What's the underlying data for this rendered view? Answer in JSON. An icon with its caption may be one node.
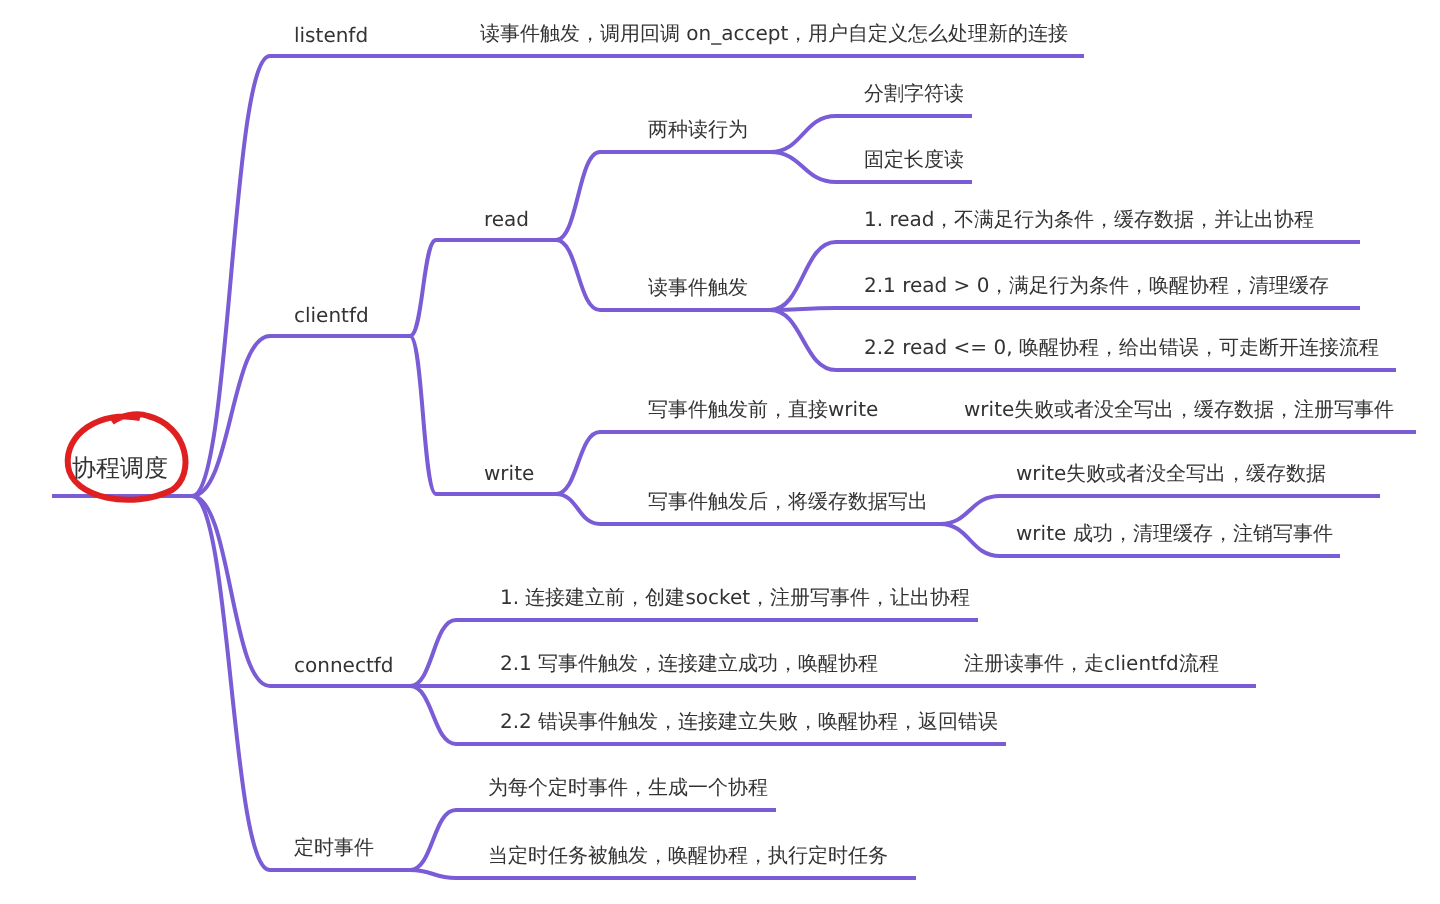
{
  "diagram": {
    "nodes": [
      {
        "text": [
          "协程调度"
        ]
      },
      {
        "text": [
          "listenfd"
        ]
      },
      {
        "text": [
          "读事件触发，调用回调 on_accept，用户自定义怎么处理新的连接"
        ]
      },
      {
        "text": [
          "clientfd"
        ]
      },
      {
        "text": [
          "read"
        ]
      },
      {
        "text": [
          "两种读行为"
        ]
      },
      {
        "text": [
          "分割字符读"
        ]
      },
      {
        "text": [
          "固定长度读"
        ]
      },
      {
        "text": [
          "读事件触发"
        ]
      },
      {
        "text": [
          "1. read，不满足行为条件，缓存数据，并让出协程"
        ]
      },
      {
        "text": [
          "2.1 read > 0，满足行为条件，唤醒协程，清理缓存"
        ]
      },
      {
        "text": [
          "2.2 read <= 0, 唤醒协程，给出错误，可走断开连接流程"
        ]
      },
      {
        "text": [
          "write"
        ]
      },
      {
        "text": [
          "写事件触发前，直接write"
        ]
      },
      {
        "text": [
          "write失败或者没全写出，缓存数据，注册写事件"
        ]
      },
      {
        "text": [
          "写事件触发后，将缓存数据写出"
        ]
      },
      {
        "text": [
          "write失败或者没全写出，缓存数据"
        ]
      },
      {
        "text": [
          "write 成功，清理缓存，注销写事件"
        ]
      },
      {
        "text": [
          "connectfd"
        ]
      },
      {
        "text": [
          "1. 连接建立前，创建socket，注册写事件，让出协程"
        ]
      },
      {
        "text": [
          "2.1 写事件触发，连接建立成功，唤醒协程"
        ]
      },
      {
        "text": [
          "注册读事件，走clientfd流程"
        ]
      },
      {
        "text": [
          "2.2 错误事件触发，连接建立失败，唤醒协程，返回错误"
        ]
      },
      {
        "text": [
          "定时事件"
        ]
      },
      {
        "text": [
          "为每个定时事件，生成一个协程"
        ]
      },
      {
        "text": [
          "当定时任务被触发，唤醒协程，执行定时任务"
        ]
      }
    ],
    "edges": [
      {
        "from": 0,
        "to": 1,
        "arrow": "none"
      },
      {
        "from": 0,
        "to": 3,
        "arrow": "none"
      },
      {
        "from": 0,
        "to": 18,
        "arrow": "none"
      },
      {
        "from": 0,
        "to": 23,
        "arrow": "none"
      },
      {
        "from": 1,
        "to": 2,
        "arrow": "none"
      },
      {
        "from": 3,
        "to": 4,
        "arrow": "none"
      },
      {
        "from": 3,
        "to": 12,
        "arrow": "none"
      },
      {
        "from": 4,
        "to": 5,
        "arrow": "none"
      },
      {
        "from": 4,
        "to": 8,
        "arrow": "none"
      },
      {
        "from": 5,
        "to": 6,
        "arrow": "none"
      },
      {
        "from": 5,
        "to": 7,
        "arrow": "none"
      },
      {
        "from": 8,
        "to": 9,
        "arrow": "none"
      },
      {
        "from": 8,
        "to": 10,
        "arrow": "none"
      },
      {
        "from": 8,
        "to": 11,
        "arrow": "none"
      },
      {
        "from": 12,
        "to": 13,
        "arrow": "none"
      },
      {
        "from": 12,
        "to": 15,
        "arrow": "none"
      },
      {
        "from": 13,
        "to": 14,
        "arrow": "none"
      },
      {
        "from": 15,
        "to": 16,
        "arrow": "none"
      },
      {
        "from": 15,
        "to": 17,
        "arrow": "none"
      },
      {
        "from": 18,
        "to": 19,
        "arrow": "none"
      },
      {
        "from": 18,
        "to": 20,
        "arrow": "none"
      },
      {
        "from": 18,
        "to": 22,
        "arrow": "none"
      },
      {
        "from": 20,
        "to": 21,
        "arrow": "none"
      },
      {
        "from": 23,
        "to": 24,
        "arrow": "none"
      },
      {
        "from": 23,
        "to": 25,
        "arrow": "none"
      }
    ]
  }
}
